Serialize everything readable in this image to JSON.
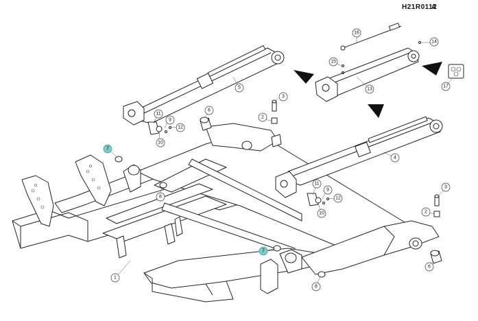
{
  "header": {
    "drawing_code": "H21R0112",
    "revision": "A"
  },
  "highlight_color": "#7fc8c8",
  "callouts": [
    {
      "label": "1",
      "highlighted": false
    },
    {
      "label": "2",
      "highlighted": false
    },
    {
      "label": "2",
      "highlighted": false
    },
    {
      "label": "3",
      "highlighted": false
    },
    {
      "label": "3",
      "highlighted": false
    },
    {
      "label": "4",
      "highlighted": false
    },
    {
      "label": "5",
      "highlighted": false
    },
    {
      "label": "6",
      "highlighted": false
    },
    {
      "label": "6",
      "highlighted": false
    },
    {
      "label": "7",
      "highlighted": true
    },
    {
      "label": "7",
      "highlighted": true
    },
    {
      "label": "8",
      "highlighted": false
    },
    {
      "label": "8",
      "highlighted": false
    },
    {
      "label": "9",
      "highlighted": false
    },
    {
      "label": "9",
      "highlighted": false
    },
    {
      "label": "10",
      "highlighted": false
    },
    {
      "label": "10",
      "highlighted": false
    },
    {
      "label": "11",
      "highlighted": false
    },
    {
      "label": "11",
      "highlighted": false
    },
    {
      "label": "12",
      "highlighted": false
    },
    {
      "label": "12",
      "highlighted": false
    },
    {
      "label": "13",
      "highlighted": false
    },
    {
      "label": "14",
      "highlighted": false
    },
    {
      "label": "15",
      "highlighted": false
    },
    {
      "label": "16",
      "highlighted": false
    },
    {
      "label": "17",
      "highlighted": false
    }
  ]
}
